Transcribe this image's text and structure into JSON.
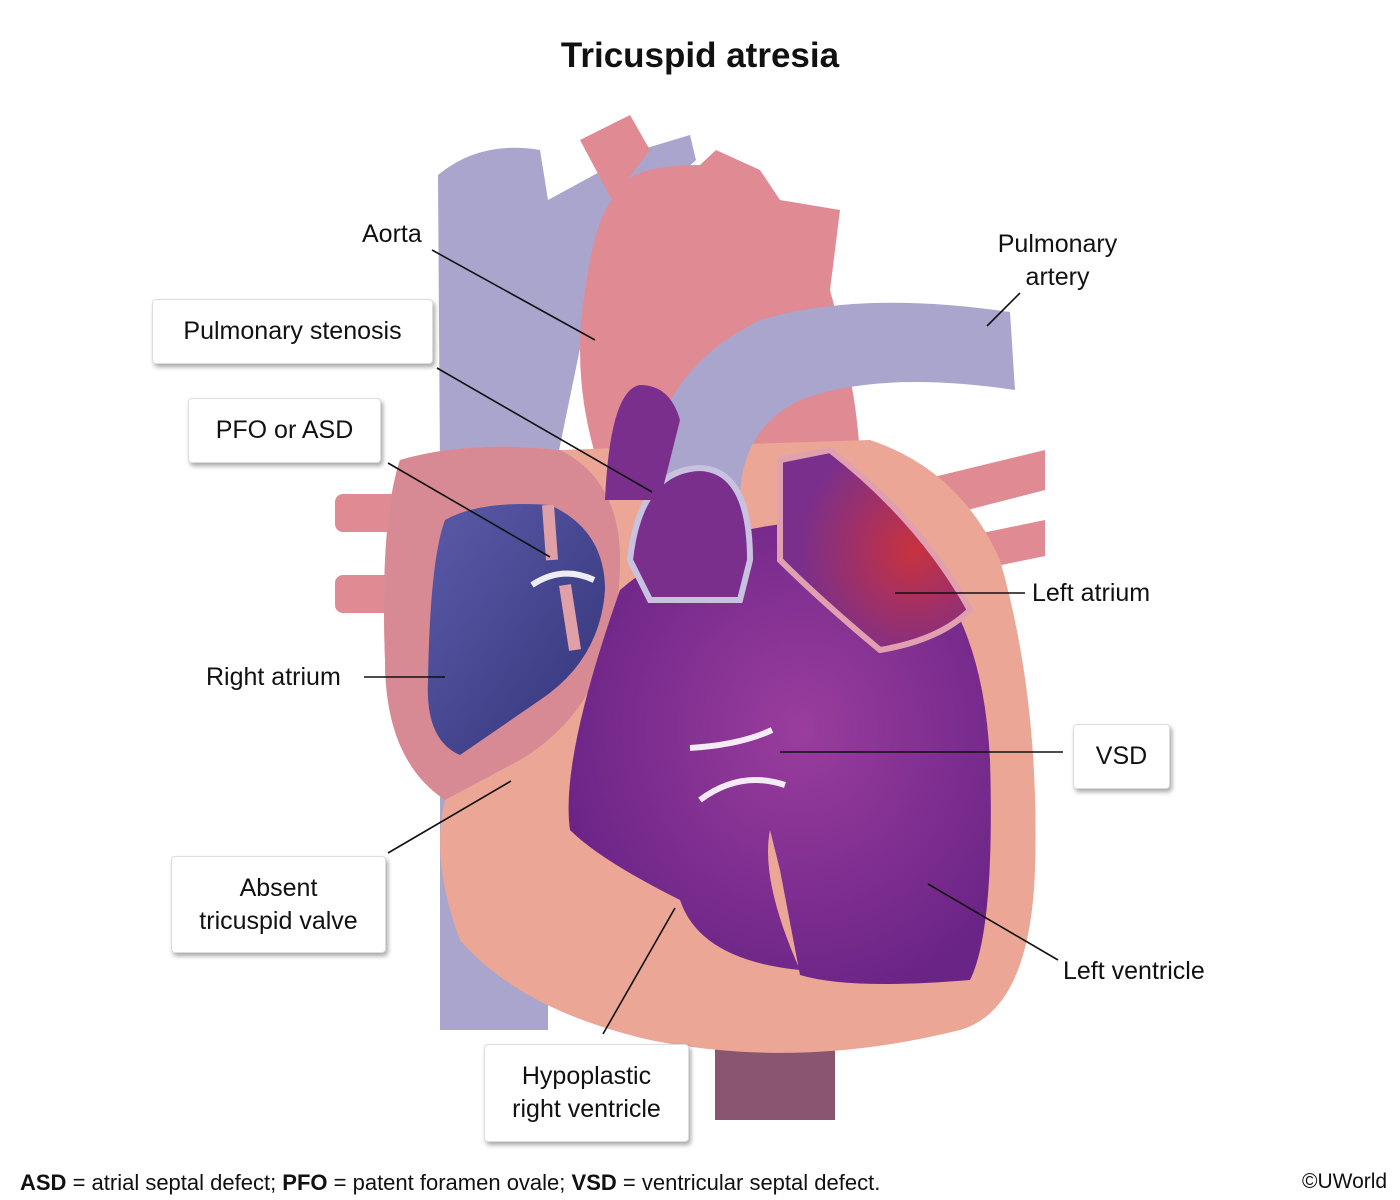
{
  "title": "Tricuspid atresia",
  "labels": {
    "aorta": "Aorta",
    "pulmonary_artery": [
      "Pulmonary",
      "artery"
    ],
    "pulmonary_stenosis": "Pulmonary stenosis",
    "pfo_or_asd": "PFO or ASD",
    "right_atrium": "Right atrium",
    "left_atrium": "Left atrium",
    "vsd": "VSD",
    "absent_tricuspid_valve": [
      "Absent",
      "tricuspid valve"
    ],
    "left_ventricle": "Left ventricle",
    "hypoplastic_right_ventricle": [
      "Hypoplastic",
      "right ventricle"
    ]
  },
  "footer": {
    "items": [
      {
        "abbr": "ASD",
        "def": " = atrial septal defect; "
      },
      {
        "abbr": "PFO",
        "def": " = patent foramen ovale; "
      },
      {
        "abbr": "VSD",
        "def": " = ventricular septal defect."
      }
    ],
    "copyright": "©UWorld"
  },
  "colors": {
    "vein": "#a9a5cc",
    "artery": "#e08a93",
    "myocardium": "#eba695",
    "chamber": "#7a2f8c",
    "right_atrium_blood": "#4a4a96",
    "left_atrium_blood": "#c03040"
  }
}
